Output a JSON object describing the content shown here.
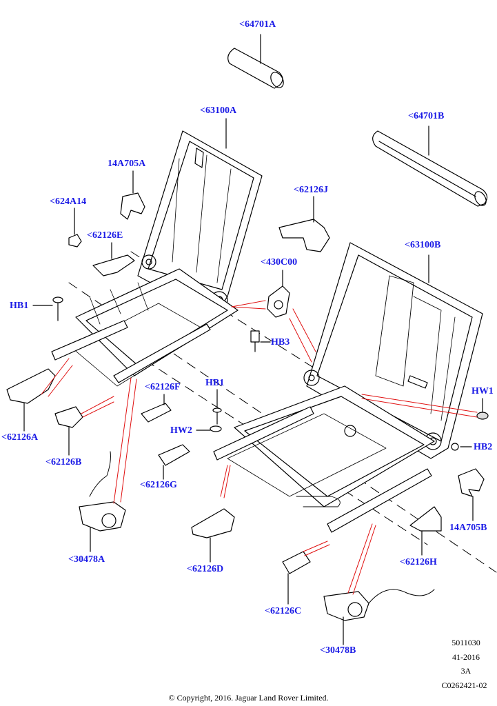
{
  "callouts": {
    "c64701A": "<64701A",
    "c63100A": "<63100A",
    "c64701B": "<64701B",
    "c14A705A": "14A705A",
    "c624A14": "<624A14",
    "c62126E": "<62126E",
    "c62126J": "<62126J",
    "c63100B": "<63100B",
    "c430C00": "<430C00",
    "cHB1a": "HB1",
    "cHB3": "HB3",
    "cHB1b": "HB1",
    "cHW1": "HW1",
    "cHW2": "HW2",
    "cHB2": "HB2",
    "c62126F": "<62126F",
    "c62126A": "<62126A",
    "c62126B": "<62126B",
    "c62126G": "<62126G",
    "c14A705B": "14A705B",
    "c30478A": "<30478A",
    "c62126D": "<62126D",
    "c62126H": "<62126H",
    "c62126C": "<62126C",
    "c30478B": "<30478B"
  },
  "drawing_info": {
    "ref1": "5011030",
    "ref2": "41-2016",
    "ref3": "3A",
    "ref4": "C0262421-02"
  },
  "copyright": "© Copyright, 2016. Jaguar Land Rover Limited.",
  "colors": {
    "callout": "#1a1ae6",
    "leader_red": "#e01010",
    "line": "#000000"
  }
}
